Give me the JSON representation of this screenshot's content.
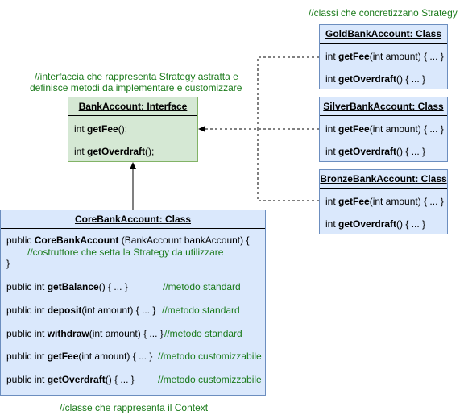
{
  "comments": {
    "strategy_impl": "//classi che concretizzano Strategy",
    "interface_line1": "//interfaccia che rappresenta Strategy astratta e",
    "interface_line2": "definisce metodi da implementare e customizzare",
    "context": "//classe che rappresenta il Context"
  },
  "bank_account": {
    "title": "BankAccount: Interface",
    "m1_pre": "int ",
    "m1_name": "getFee",
    "m1_post": "();",
    "m2_pre": "int ",
    "m2_name": "getOverdraft",
    "m2_post": "();"
  },
  "gold": {
    "title": "GoldBankAccount: Class",
    "m1_pre": "int ",
    "m1_name": "getFee",
    "m1_post": "(int amount) { ... }",
    "m2_pre": "int ",
    "m2_name": "getOverdraft",
    "m2_post": "() { ... }"
  },
  "silver": {
    "title": "SilverBankAccount: Class",
    "m1_pre": "int ",
    "m1_name": "getFee",
    "m1_post": "(int amount) { ... }",
    "m2_pre": "int ",
    "m2_name": "getOverdraft",
    "m2_post": "() { ... }"
  },
  "bronze": {
    "title": "BronzeBankAccount: Class",
    "m1_pre": "int ",
    "m1_name": "getFee",
    "m1_post": "(int amount) { ... }",
    "m2_pre": "int ",
    "m2_name": "getOverdraft",
    "m2_post": "() { ... }"
  },
  "core": {
    "title": "CoreBankAccount: Class",
    "ctor_pre": "public ",
    "ctor_name": "CoreBankAccount",
    "ctor_post": " (BankAccount bankAccount) {",
    "ctor_comment": "//costruttore che setta la Strategy da utilizzare",
    "ctor_close": "}",
    "methods": [
      {
        "pre": "public int ",
        "name": "getBalance",
        "post": "() { ... }",
        "comment": "//metodo standard"
      },
      {
        "pre": "public int ",
        "name": "deposit",
        "post": "(int amount) { ... }",
        "comment": "//metodo standard"
      },
      {
        "pre": "public int ",
        "name": "withdraw",
        "post": "(int amount) { ... }",
        "comment": "//metodo standard"
      },
      {
        "pre": "public int ",
        "name": "getFee",
        "post": "(int amount) { ... }",
        "comment": "//metodo customizzabile"
      },
      {
        "pre": "public int ",
        "name": "getOverdraft",
        "post": "() { ... }",
        "comment": "//metodo customizzabile"
      }
    ]
  }
}
